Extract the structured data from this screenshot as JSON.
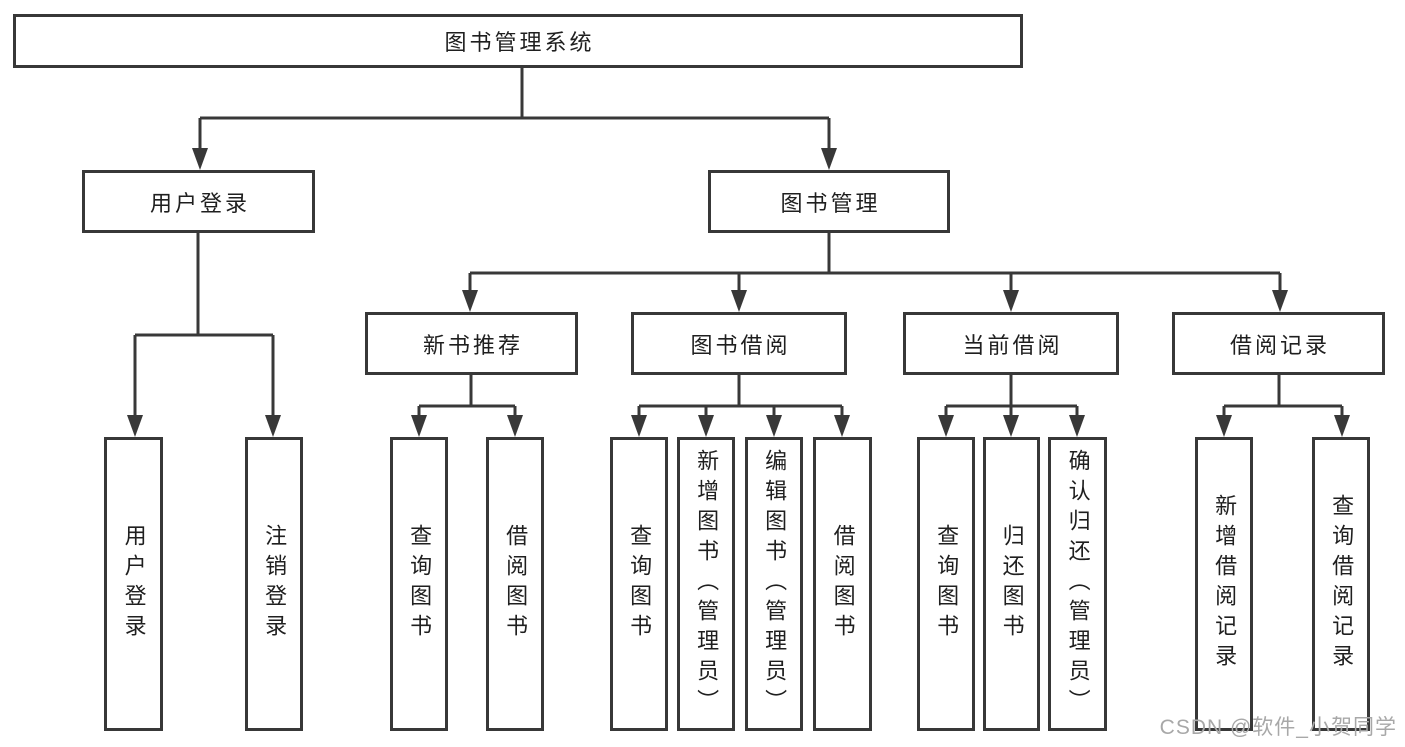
{
  "tree": {
    "root": "图书管理系统",
    "children": [
      {
        "label": "用户登录",
        "children": [
          "用户登录",
          "注销登录"
        ]
      },
      {
        "label": "图书管理",
        "children": [
          {
            "label": "新书推荐",
            "children": [
              "查询图书",
              "借阅图书"
            ]
          },
          {
            "label": "图书借阅",
            "children": [
              "查询图书",
              "新增图书（管理员）",
              "编辑图书（管理员）",
              "借阅图书"
            ]
          },
          {
            "label": "当前借阅",
            "children": [
              "查询图书",
              "归还图书",
              "确认归还（管理员）"
            ]
          },
          {
            "label": "借阅记录",
            "children": [
              "新增借阅记录",
              "查询借阅记录"
            ]
          }
        ]
      }
    ]
  },
  "watermark": {
    "text": "CSDN @软件_小贺同学"
  },
  "colors": {
    "line": "#383838",
    "box_border": "#383838",
    "text": "#1f1f1f",
    "watermark": "#a8a8a8",
    "background": "#ffffff"
  }
}
